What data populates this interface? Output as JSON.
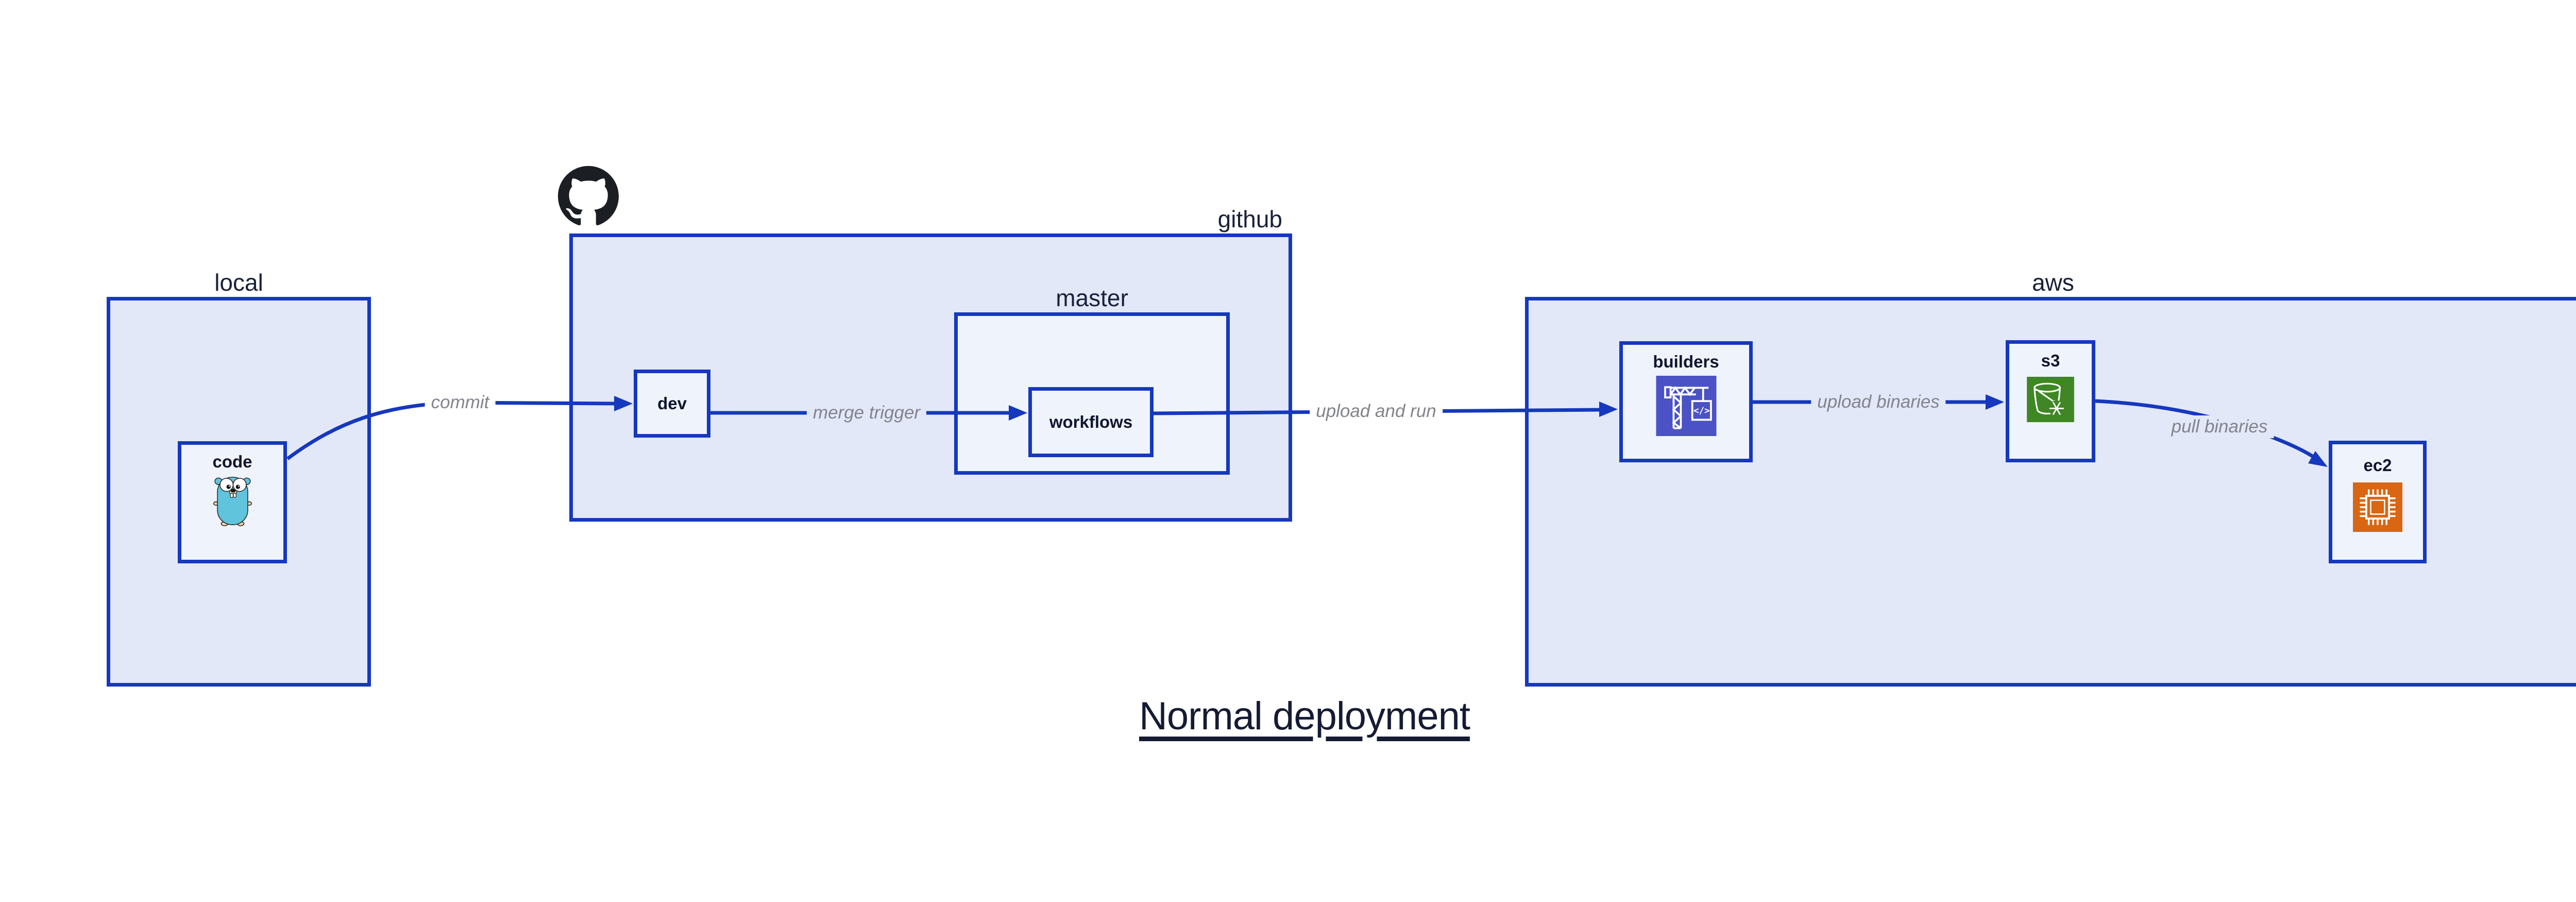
{
  "title": "Normal deployment",
  "groups": {
    "local": {
      "label": "local"
    },
    "github": {
      "label": "github"
    },
    "master": {
      "label": "master"
    },
    "aws": {
      "label": "aws"
    }
  },
  "nodes": {
    "code": {
      "label": "code",
      "icon": "go-gopher-icon"
    },
    "dev": {
      "label": "dev"
    },
    "workflows": {
      "label": "workflows"
    },
    "builders": {
      "label": "builders",
      "icon": "aws-codebuild-icon"
    },
    "s3": {
      "label": "s3",
      "icon": "aws-s3-glacier-bucket-icon"
    },
    "ec2": {
      "label": "ec2",
      "icon": "aws-ec2-chip-icon"
    }
  },
  "edges": {
    "commit": {
      "label": "commit",
      "from": "code",
      "to": "dev"
    },
    "merge_trigger": {
      "label": "merge trigger",
      "from": "dev",
      "to": "workflows"
    },
    "upload_and_run": {
      "label": "upload and run",
      "from": "workflows",
      "to": "builders"
    },
    "upload_binaries": {
      "label": "upload binaries",
      "from": "builders",
      "to": "s3"
    },
    "pull_binaries": {
      "label": "pull binaries",
      "from": "s3",
      "to": "ec2"
    }
  },
  "logo": {
    "name": "github-octocat-logo"
  },
  "colors": {
    "group_fill": "#E2E8F8",
    "node_fill": "#EFF3FB",
    "stroke_blue": "#1638BE",
    "label_navy": "#151B33",
    "edge_label_gray": "#82838D",
    "codebuild_icon_bg": "#4A52C6",
    "s3_glacier_icon_bg": "#3F8624",
    "ec2_icon_bg": "#D86613",
    "gopher_teal": "#5FC4DC",
    "octocat_black": "#1B1F23"
  }
}
